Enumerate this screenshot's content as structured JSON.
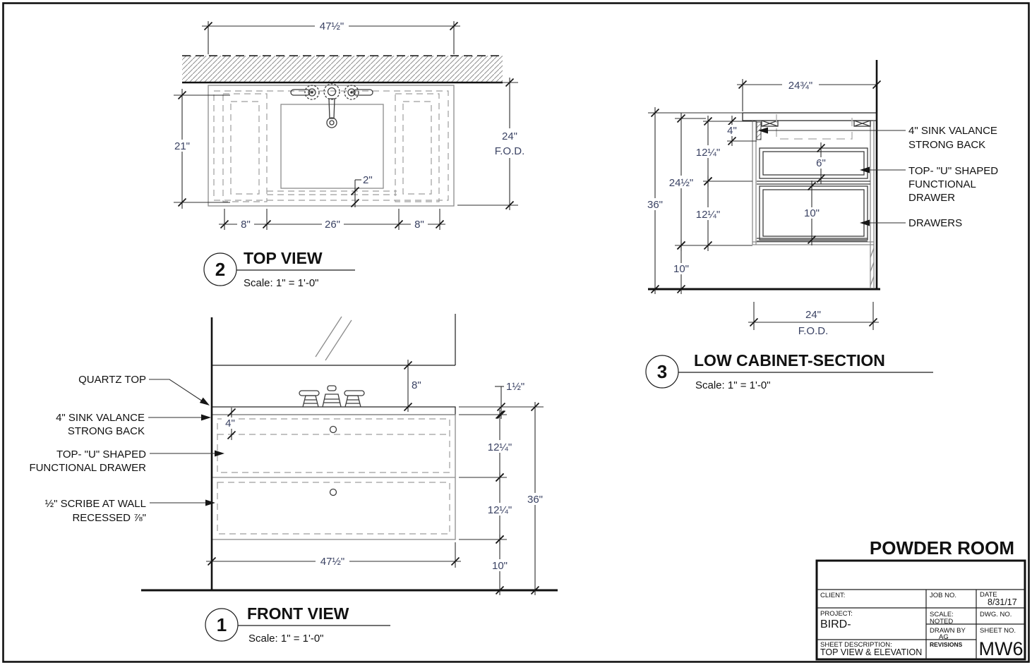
{
  "sheet": {
    "title": "POWDER ROOM"
  },
  "top_view": {
    "bubble": "2",
    "title": "TOP VIEW",
    "scale": "Scale: 1\" = 1'-0\"",
    "dim_width": "47½\"",
    "dim_depth": "21\"",
    "dim_fod": "24\"",
    "fod": "F.O.D.",
    "dim_gap": "2\"",
    "dim_left_door": "8\"",
    "dim_sink": "26\"",
    "dim_right_door": "8\""
  },
  "front_view": {
    "bubble": "1",
    "title": "FRONT VIEW",
    "scale": "Scale: 1\" = 1'-0\"",
    "dim_mirror": "8\"",
    "dim_counter": "1½\"",
    "dim_valance": "4\"",
    "dim_drawer1": "12¼\"",
    "dim_drawer2": "12¼\"",
    "dim_height": "36\"",
    "dim_toe": "10\"",
    "dim_width": "47½\"",
    "label_quartz": "QUARTZ TOP",
    "label_valance_1": "4\" SINK VALANCE",
    "label_valance_2": "STRONG BACK",
    "label_drawer_1": "TOP- \"U\" SHAPED",
    "label_drawer_2": "FUNCTIONAL DRAWER",
    "label_scribe_1": "½\" SCRIBE AT WALL",
    "label_scribe_2": "RECESSED ⅞\""
  },
  "section_view": {
    "bubble": "3",
    "title": "LOW CABINET-SECTION",
    "scale": "Scale: 1\" = 1'-0\"",
    "dim_depth": "24¾\"",
    "dim_height": "36\"",
    "dim_box": "24½\"",
    "dim_valance": "4\"",
    "dim_upper": "12¼\"",
    "dim_lower": "12¼\"",
    "dim_top_drawer": "6\"",
    "dim_bottom_drawer": "10\"",
    "dim_toe": "10\"",
    "dim_fod": "24\"",
    "fod": "F.O.D.",
    "label_valance_1": "4\" SINK VALANCE",
    "label_valance_2": "STRONG BACK",
    "label_drawer_1": "TOP- \"U\" SHAPED",
    "label_drawer_2": "FUNCTIONAL",
    "label_drawer_3": "DRAWER",
    "label_drawers": "DRAWERS"
  },
  "title_block": {
    "client_label": "CLIENT:",
    "job_label": "JOB NO.",
    "date_label": "DATE",
    "date_value": "8/31/17",
    "project_label": "PROJECT:",
    "project_value": "BIRD-",
    "scale_label": "SCALE:",
    "scale_value": "NOTED",
    "dwg_label": "DWG. NO.",
    "drawn_label": "DRAWN BY",
    "drawn_value": "AG",
    "sheet_label": "SHEET NO.",
    "sheet_value": "MW6",
    "desc_label": "SHEET DESCRIPTION:",
    "desc_value": "TOP VIEW & ELEVATION",
    "revisions_label": "REVISIONS"
  }
}
